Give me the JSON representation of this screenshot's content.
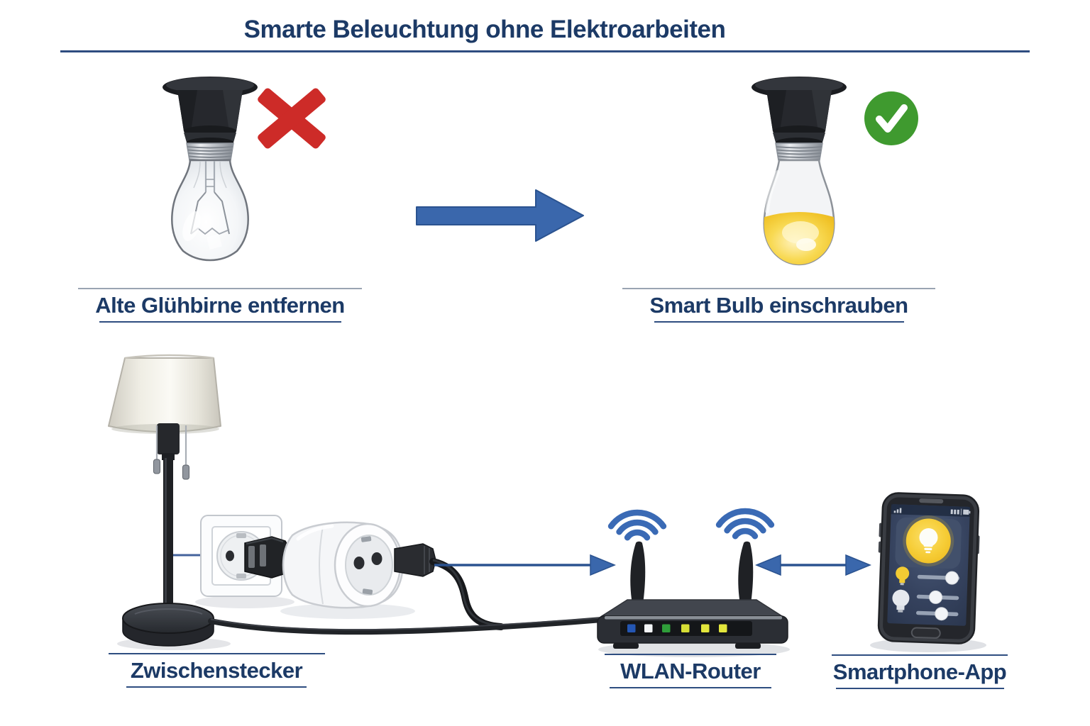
{
  "title": "Smarte Beleuchtung ohne Elektroarbeiten",
  "captions": {
    "old_bulb": "Alte Glühbirne entfernen",
    "smart_bulb": "Smart Bulb einschrauben",
    "adapter_plug": "Zwischenstecker",
    "router": "WLAN-Router",
    "smartphone_app": "Smartphone-App"
  },
  "colors": {
    "navy_text": "#1c3a66",
    "line_navy": "#2e4d80",
    "line_gray": "#9aa4b2",
    "arrow_blue": "#3a67ac",
    "arrow_dark": "#2b5390",
    "wifi_blue": "#3a6ab5",
    "error_red": "#cd2b28",
    "success_green": "#3f9a2f",
    "bulb_yellow": "#f5ce3e"
  },
  "icons": {
    "error": "x-icon",
    "success": "check-icon",
    "wifi": "wifi-icon",
    "flow": "arrow-right-icon",
    "sync": "arrow-bidirectional-icon",
    "app_light": "lightbulb-icon",
    "signal": "signal-bars-icon",
    "battery": "battery-icon"
  }
}
